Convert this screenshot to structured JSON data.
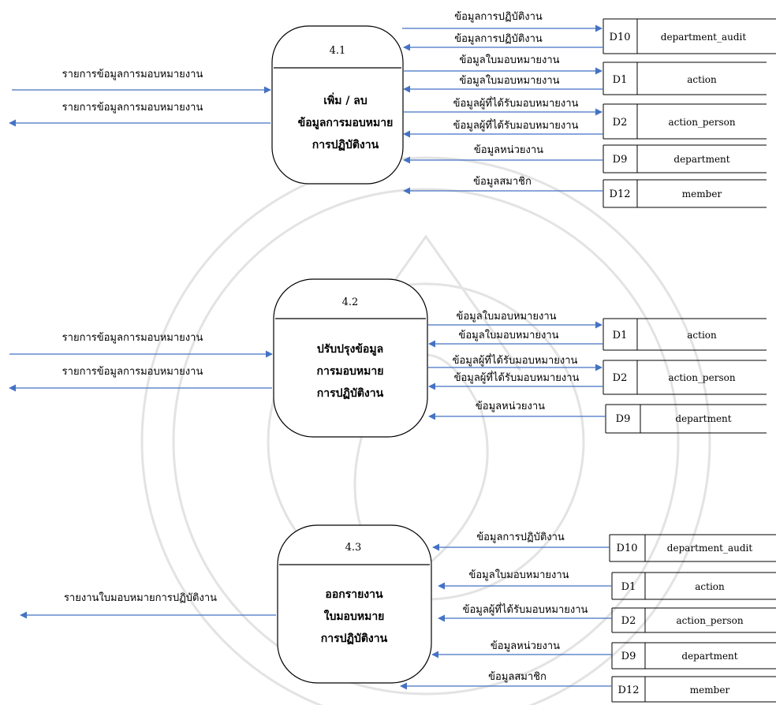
{
  "colors": {
    "flow": "#4472C4",
    "box": "#000000",
    "watermark": "#d9d9d9"
  },
  "processes": [
    {
      "id": "4.1",
      "name_lines": [
        "เพิ่ม / ลบ",
        "ข้อมูลการมอบหมาย",
        "การปฏิบัติงาน"
      ]
    },
    {
      "id": "4.2",
      "name_lines": [
        "ปรับปรุงข้อมูล",
        "การมอบหมาย",
        "การปฏิบัติงาน"
      ]
    },
    {
      "id": "4.3",
      "name_lines": [
        "ออกรายงาน",
        "ใบมอบหมาย",
        "การปฏิบัติงาน"
      ]
    }
  ],
  "external_flows": [
    {
      "process": "4.1",
      "label": "รายการข้อมูลการมอบหมายงาน",
      "direction": "in"
    },
    {
      "process": "4.1",
      "label": "รายการข้อมูลการมอบหมายงาน",
      "direction": "out"
    },
    {
      "process": "4.2",
      "label": "รายการข้อมูลการมอบหมายงาน",
      "direction": "in"
    },
    {
      "process": "4.2",
      "label": "รายการข้อมูลการมอบหมายงาน",
      "direction": "out"
    },
    {
      "process": "4.3",
      "label": "รายงานใบมอบหมายการปฏิบัติงาน",
      "direction": "out"
    }
  ],
  "stores": [
    {
      "process": "4.1",
      "id": "D10",
      "name": "department_audit"
    },
    {
      "process": "4.1",
      "id": "D1",
      "name": "action"
    },
    {
      "process": "4.1",
      "id": "D2",
      "name": "action_person"
    },
    {
      "process": "4.1",
      "id": "D9",
      "name": "department"
    },
    {
      "process": "4.1",
      "id": "D12",
      "name": "member"
    },
    {
      "process": "4.2",
      "id": "D1",
      "name": "action"
    },
    {
      "process": "4.2",
      "id": "D2",
      "name": "action_person"
    },
    {
      "process": "4.2",
      "id": "D9",
      "name": "department"
    },
    {
      "process": "4.3",
      "id": "D10",
      "name": "department_audit"
    },
    {
      "process": "4.3",
      "id": "D1",
      "name": "action"
    },
    {
      "process": "4.3",
      "id": "D2",
      "name": "action_person"
    },
    {
      "process": "4.3",
      "id": "D9",
      "name": "department"
    },
    {
      "process": "4.3",
      "id": "D12",
      "name": "member"
    }
  ],
  "store_flows": [
    {
      "process": "4.1",
      "store": "D10",
      "label": "ข้อมูลการปฏิบัติงาน",
      "direction": "to-store"
    },
    {
      "process": "4.1",
      "store": "D10",
      "label": "ข้อมูลการปฏิบัติงาน",
      "direction": "to-process"
    },
    {
      "process": "4.1",
      "store": "D1",
      "label": "ข้อมูลใบมอบหมายงาน",
      "direction": "to-store"
    },
    {
      "process": "4.1",
      "store": "D1",
      "label": "ข้อมูลใบมอบหมายงาน",
      "direction": "to-process"
    },
    {
      "process": "4.1",
      "store": "D2",
      "label": "ข้อมูลผู้ที่ได้รับมอบหมายงาน",
      "direction": "to-store"
    },
    {
      "process": "4.1",
      "store": "D2",
      "label": "ข้อมูลผู้ที่ได้รับมอบหมายงาน",
      "direction": "to-process"
    },
    {
      "process": "4.1",
      "store": "D9",
      "label": "ข้อมูลหน่วยงาน",
      "direction": "to-process"
    },
    {
      "process": "4.1",
      "store": "D12",
      "label": "ข้อมูลสมาชิก",
      "direction": "to-process"
    },
    {
      "process": "4.2",
      "store": "D1",
      "label": "ข้อมูลใบมอบหมายงาน",
      "direction": "to-store"
    },
    {
      "process": "4.2",
      "store": "D1",
      "label": "ข้อมูลใบมอบหมายงาน",
      "direction": "to-process"
    },
    {
      "process": "4.2",
      "store": "D2",
      "label": "ข้อมูลผู้ที่ได้รับมอบหมายงาน",
      "direction": "to-store"
    },
    {
      "process": "4.2",
      "store": "D2",
      "label": "ข้อมูลผู้ที่ได้รับมอบหมายงาน",
      "direction": "to-process"
    },
    {
      "process": "4.2",
      "store": "D9",
      "label": "ข้อมูลหน่วยงาน",
      "direction": "to-process"
    },
    {
      "process": "4.3",
      "store": "D10",
      "label": "ข้อมูลการปฏิบัติงาน",
      "direction": "to-process"
    },
    {
      "process": "4.3",
      "store": "D1",
      "label": "ข้อมูลใบมอบหมายงาน",
      "direction": "to-process"
    },
    {
      "process": "4.3",
      "store": "D2",
      "label": "ข้อมูลผู้ที่ได้รับมอบหมายงาน",
      "direction": "to-process"
    },
    {
      "process": "4.3",
      "store": "D9",
      "label": "ข้อมูลหน่วยงาน",
      "direction": "to-process"
    },
    {
      "process": "4.3",
      "store": "D12",
      "label": "ข้อมูลสมาชิก",
      "direction": "to-process"
    }
  ]
}
